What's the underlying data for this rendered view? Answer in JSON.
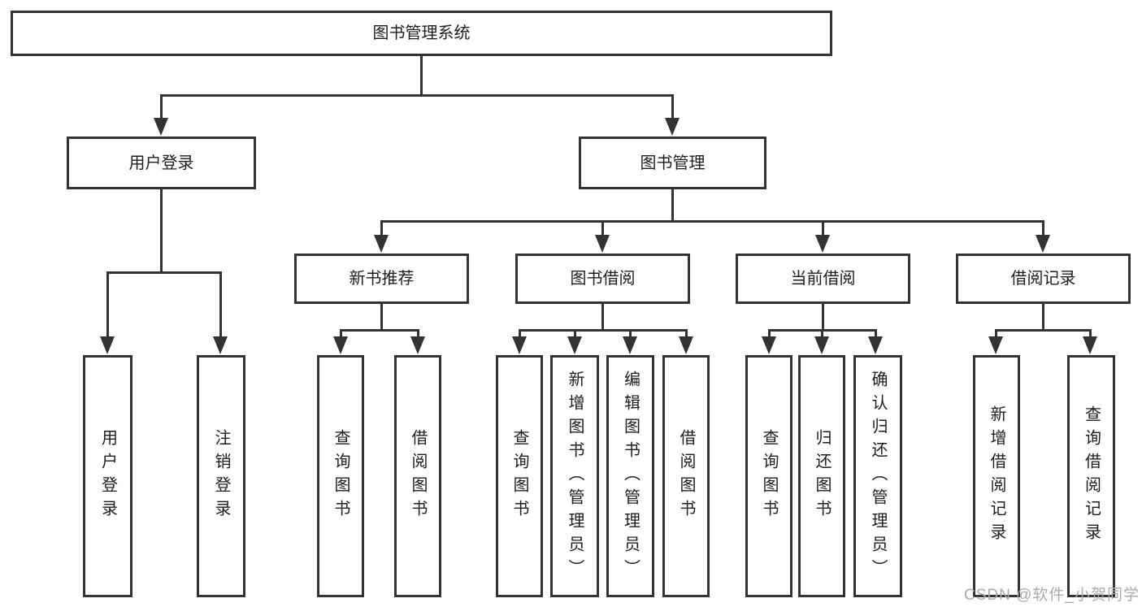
{
  "diagram": {
    "root": {
      "label": "图书管理系统"
    },
    "branches": [
      {
        "label": "用户登录",
        "children": [
          {
            "label": "用户登录"
          },
          {
            "label": "注销登录"
          }
        ]
      },
      {
        "label": "图书管理",
        "children": [
          {
            "label": "新书推荐",
            "children": [
              {
                "label": "查询图书"
              },
              {
                "label": "借阅图书"
              }
            ]
          },
          {
            "label": "图书借阅",
            "children": [
              {
                "label": "查询图书"
              },
              {
                "label": "新增图书（管理员）"
              },
              {
                "label": "编辑图书（管理员）"
              },
              {
                "label": "借阅图书"
              }
            ]
          },
          {
            "label": "当前借阅",
            "children": [
              {
                "label": "查询图书"
              },
              {
                "label": "归还图书"
              },
              {
                "label": "确认归还（管理员）"
              }
            ]
          },
          {
            "label": "借阅记录",
            "children": [
              {
                "label": "新增借阅记录"
              },
              {
                "label": "查询借阅记录"
              }
            ]
          }
        ]
      }
    ]
  },
  "watermark": "CSDN @软件_小贺同学",
  "colors": {
    "line": "#333333",
    "text": "#1d1d1d",
    "watermark": "#ababab"
  }
}
